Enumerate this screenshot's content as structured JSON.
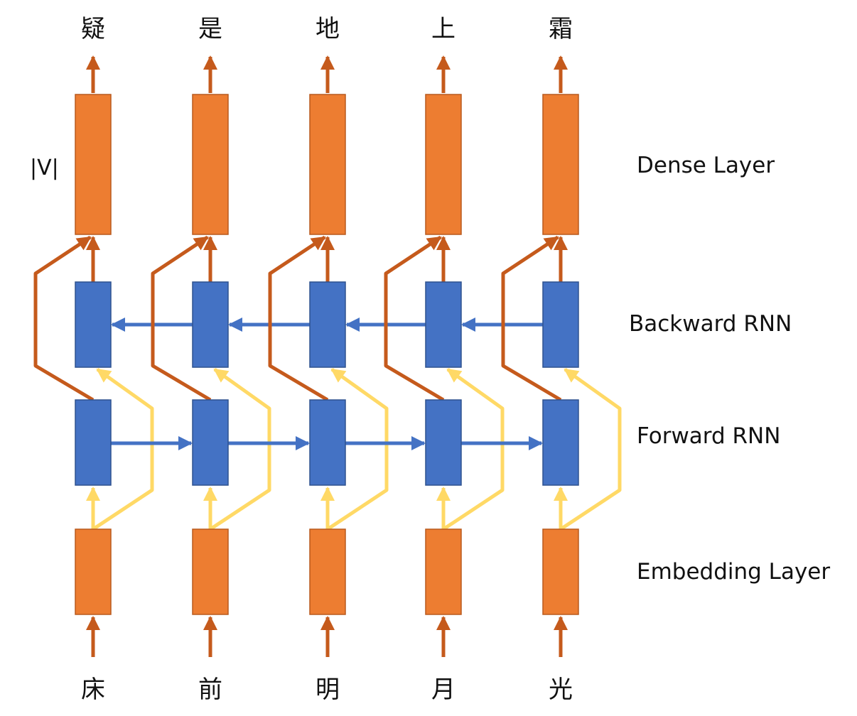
{
  "diagram": {
    "output_tokens": [
      "疑",
      "是",
      "地",
      "上",
      "霜"
    ],
    "input_tokens": [
      "床",
      "前",
      "明",
      "月",
      "光"
    ],
    "dimension_label": "|V|",
    "layers": {
      "dense": "Dense Layer",
      "backward": "Backward RNN",
      "forward": "Forward RNN",
      "embedding": "Embedding Layer"
    },
    "colors": {
      "orange_box": "#ED7D31",
      "orange_box_border": "#B85A1E",
      "orange_arrow": "#C55A1C",
      "blue_box": "#4472C4",
      "blue_box_border": "#2F528F",
      "blue_arrow": "#4472C4",
      "yellow_arrow": "#FFD966"
    }
  }
}
